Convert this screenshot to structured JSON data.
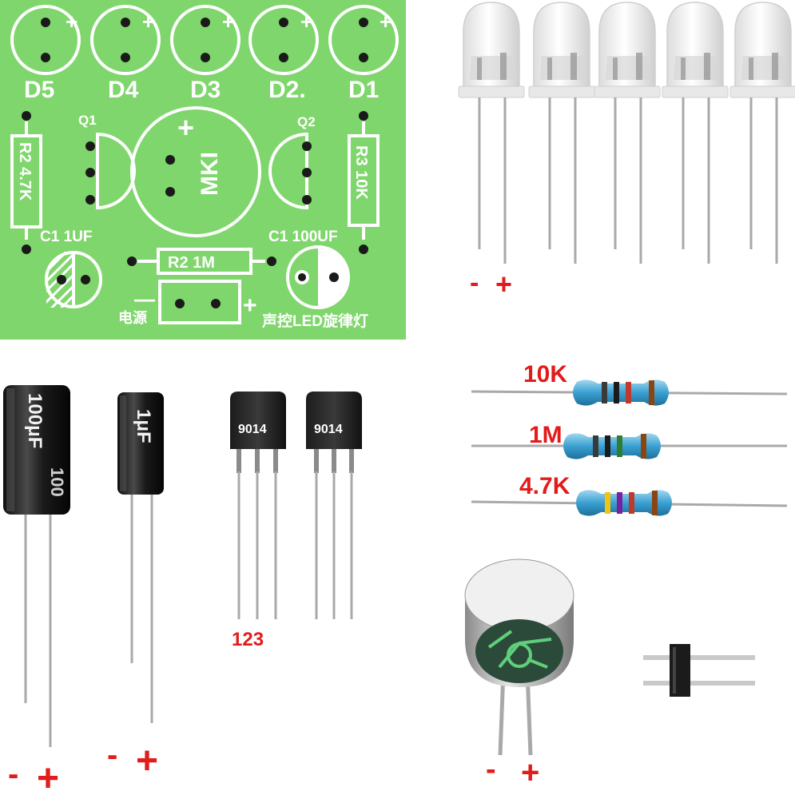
{
  "pcb": {
    "led_labels": [
      "D5",
      "D4",
      "D3",
      "D2.",
      "D1"
    ],
    "plus": "+",
    "q1": "Q1",
    "q2": "Q2",
    "r2_left": "R2 4.7K",
    "r3_right": "R3 10K",
    "mic_label": "MKI",
    "c1_left": "C1 1UF",
    "c1_right": "C1 100UF",
    "r2_bottom": "R2 1M",
    "minus": "—",
    "power": "电源",
    "title": "声控LED旋律灯",
    "colors": {
      "board": "#7fd66c",
      "silk": "#ffffff"
    }
  },
  "leds": {
    "count": 5,
    "minus": "-",
    "plus": "+"
  },
  "capacitors": {
    "big": {
      "label_top": "100μF",
      "label_side": "100"
    },
    "small": {
      "label": "1μF"
    },
    "minus": "-",
    "plus": "+"
  },
  "transistors": {
    "marking": "9014",
    "pins": "123"
  },
  "resistors": [
    {
      "label": "10K",
      "bands": [
        "#3a3a3a",
        "#1b1b1b",
        "#c0392b",
        "#8b4513"
      ]
    },
    {
      "label": "1M",
      "bands": [
        "#3a3a3a",
        "#1b1b1b",
        "#2e7d32",
        "#8b4513"
      ]
    },
    {
      "label": "4.7K",
      "bands": [
        "#f1c40f",
        "#7b1fa2",
        "#c0392b",
        "#8b4513"
      ]
    }
  ],
  "microphone": {
    "minus": "-",
    "plus": "+"
  },
  "header": {
    "name": "pin-header"
  }
}
